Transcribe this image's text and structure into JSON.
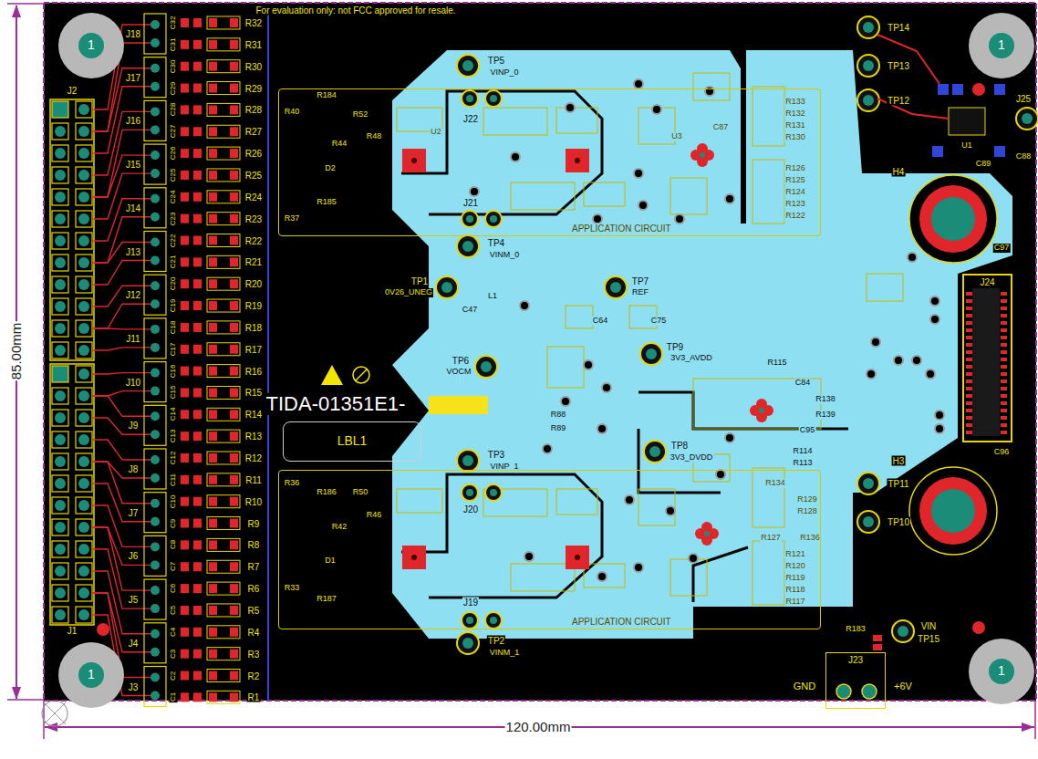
{
  "diagram": {
    "nodes": [
      {
        "text": [
          "J2"
        ]
      },
      {
        "text": [
          "J1"
        ]
      },
      {
        "text": [
          "APPLICATION CIRCUIT"
        ]
      },
      {
        "text": [
          "APPLICATION CIRCUIT"
        ]
      },
      {
        "text": [
          "LBL1"
        ]
      },
      {
        "text": [
          "J24"
        ]
      },
      {
        "text": [
          "J23"
        ]
      }
    ],
    "labels": [
      "For evaluation only: not FCC approved for resale.",
      "85.00mm",
      "120.00mm",
      "1",
      "1",
      "1",
      "1",
      "TP5",
      "VINP_0",
      "J22",
      "J21",
      "TP4",
      "VINM_0",
      "TP1",
      "0V26_UNEG",
      "TP7",
      "REF",
      "TP6",
      "VOCM",
      "TP9",
      "3V3_AVDD",
      "TIDA-01351E1-",
      "TP3",
      "VINP_1",
      "TP8",
      "3V3_DVDD",
      "J20",
      "J19",
      "TP2",
      "VINM_1",
      "TP14",
      "TP13",
      "TP12",
      "J25",
      "U1",
      "H4",
      "H3",
      "TP11",
      "TP10",
      "VIN",
      "TP15",
      "R183",
      "GND",
      "+6V",
      "C97",
      "C96",
      "U2",
      "U3",
      "R184",
      "R185",
      "R186",
      "R187",
      "R40",
      "R52",
      "R48",
      "R44",
      "R37",
      "R36",
      "R33",
      "R50",
      "R46",
      "R42",
      "D1",
      "D2",
      "R138",
      "R139",
      "C95",
      "C84",
      "R115",
      "C87",
      "C88",
      "C89",
      "R133",
      "R132",
      "R131",
      "R130",
      "R126",
      "R125",
      "R124",
      "R123",
      "R122",
      "R121",
      "R120",
      "R119",
      "R118",
      "R117",
      "R134",
      "R129",
      "R128",
      "R127",
      "R136",
      "L1",
      "C47",
      "C64",
      "C75",
      "R88",
      "R89",
      "R114",
      "R113",
      "R32",
      "R31",
      "R30",
      "R29",
      "R28",
      "R27",
      "R26",
      "R25",
      "R24",
      "R23",
      "R22",
      "R21",
      "R20",
      "R19",
      "R18",
      "R17",
      "R16",
      "R15",
      "R14",
      "R13",
      "R12",
      "R11",
      "R10",
      "R9",
      "R8",
      "R7",
      "R6",
      "R5",
      "R4",
      "R3",
      "R2",
      "R1",
      "J18",
      "J17",
      "J16",
      "J15",
      "J14",
      "J13",
      "J12",
      "J11",
      "J10",
      "J9",
      "J8",
      "J7",
      "J6",
      "J5",
      "J4",
      "J3",
      "C32",
      "C31",
      "C30",
      "C29",
      "C28",
      "C27",
      "C26",
      "C25",
      "C24",
      "C23",
      "C22",
      "C21",
      "C20",
      "C19",
      "C18",
      "C17",
      "C16",
      "C15",
      "C14",
      "C13",
      "C12",
      "C11",
      "C10",
      "C9",
      "C8",
      "C7",
      "C6",
      "C5",
      "C4",
      "C3",
      "C2",
      "C1"
    ]
  }
}
